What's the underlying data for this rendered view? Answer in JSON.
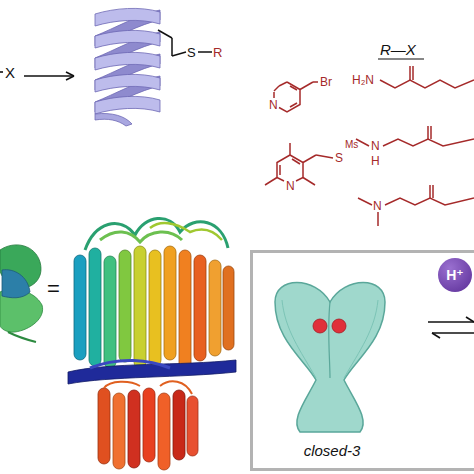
{
  "diagram": {
    "nodes": [
      {
        "text": [
          "closed-3"
        ]
      },
      {
        "text": [
          "H⁺"
        ],
        "in": 0
      }
    ],
    "labels": [
      "X",
      "S",
      "R",
      "R—X",
      "N",
      "Br",
      "H₂N",
      "N",
      "S",
      "Ms",
      "N",
      "H",
      "N",
      "="
    ]
  }
}
